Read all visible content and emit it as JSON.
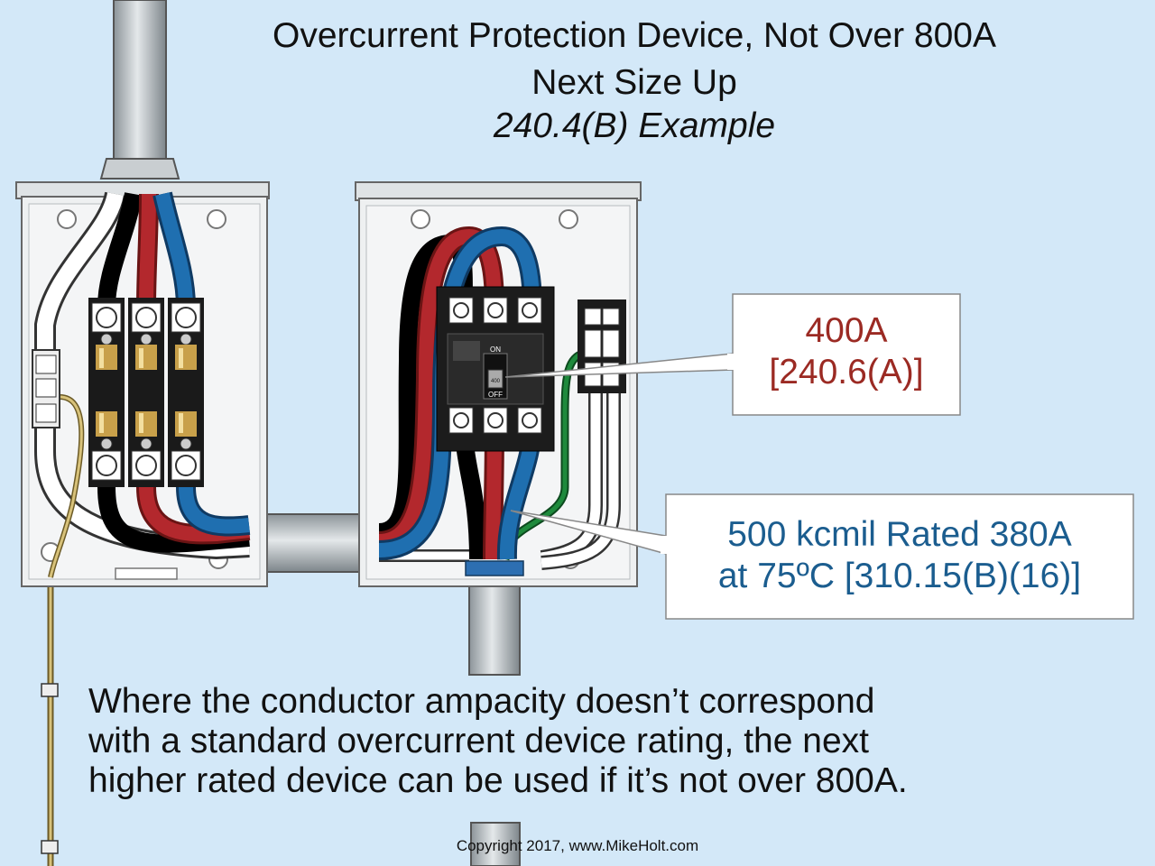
{
  "title": {
    "line1": "Overcurrent Protection Device, Not Over 800A",
    "line2": "Next Size Up",
    "line3": "240.4(B) Example"
  },
  "callouts": {
    "breaker": {
      "line1": "400A",
      "line2": "[240.6(A)]",
      "color": "#9b2a23"
    },
    "conductor": {
      "line1": "500 kcmil Rated 380A",
      "line2": "at 75ºC [310.15(B)(16)]",
      "color": "#1b5d8f"
    }
  },
  "breaker_labels": {
    "on": "ON",
    "off": "OFF",
    "rating": "400"
  },
  "description": {
    "line1": "Where the conductor ampacity doesn’t correspond",
    "line2": "with a standard overcurrent device rating, the next",
    "line3": "higher rated device can be used if it’s not over 800A."
  },
  "copyright": "Copyright 2017, www.MikeHolt.com",
  "colors": {
    "background": "#d3e8f8",
    "black_conductor": "#111111",
    "red_conductor": "#b3282d",
    "blue_conductor": "#1f6fb0",
    "green_conductor": "#1e8a3c",
    "white_conductor": "#ffffff",
    "enclosure": "#eef0f1"
  }
}
